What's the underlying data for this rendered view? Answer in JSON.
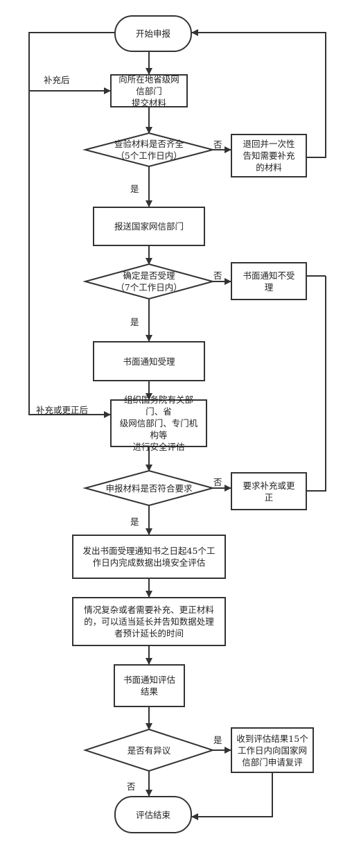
{
  "nodes": {
    "start": "开始申报",
    "submit": "向所在地省级网信部门\n提交材料",
    "check_materials": "查验材料是否齐全\n（5个工作日内）",
    "return_materials": "退回并一次性\n告知需要补充\n的材料",
    "forward": "报送国家网信部门",
    "decide_accept": "确定是否受理\n（7个工作日内）",
    "notify_reject": "书面通知不受\n理",
    "notify_accept": "书面通知受理",
    "organize_assessment": "组织国务院有关部门、省\n级网信部门、专门机构等\n进行安全评估",
    "meets_requirements": "申报材料是否符合要求",
    "request_correction": "要求补充或更\n正",
    "complete_assessment": "发出书面受理通知书之日起45个工\n作日内完成数据出境安全评估",
    "extension": "情况复杂或者需要补充、更正材料\n的，可以适当延长并告知数据处理\n者预计延长的时间",
    "notify_result": "书面通知评估\n结果",
    "objection": "是否有异议",
    "review": "收到评估结果15个\n工作日内向国家网\n信部门申请复评",
    "end": "评估结束"
  },
  "labels": {
    "yes": "是",
    "no": "否",
    "after_supplement": "补充后",
    "after_supplement_or_correction": "补充或更正后"
  }
}
